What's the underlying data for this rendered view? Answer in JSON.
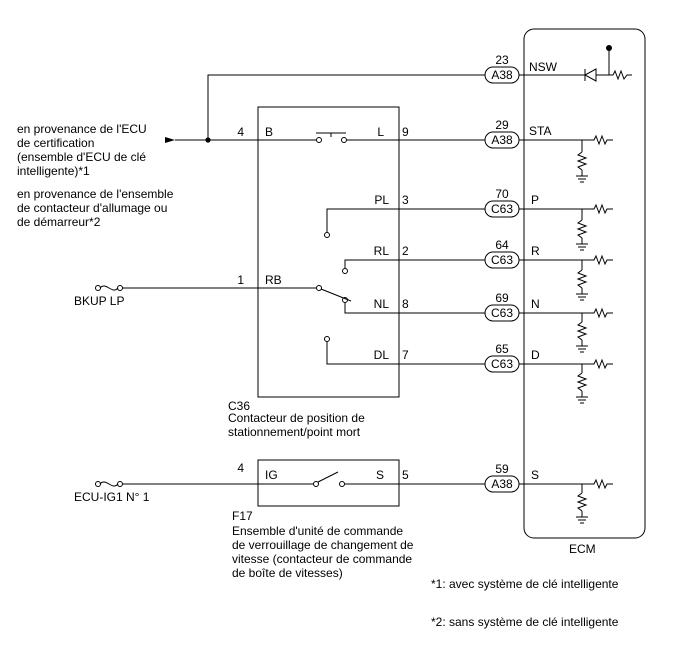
{
  "source_labels": {
    "cert_lines": [
      "en provenance de l'ECU",
      "de certification",
      "(ensemble d'ECU de clé",
      "intelligente)*1"
    ],
    "ignition_lines": [
      "en provenance de l'ensemble",
      "de contacteur d'allumage ou",
      "de démarreur*2"
    ],
    "bkup": "BKUP LP",
    "ecu_ig1": "ECU-IG1 N° 1"
  },
  "ecm": {
    "label": "ECM"
  },
  "c36": {
    "code": "C36",
    "desc_lines": [
      "Contacteur de position de",
      "stationnement/point mort"
    ],
    "pins": [
      {
        "num": "4",
        "name": "B"
      },
      {
        "num": "9",
        "name": "L"
      },
      {
        "num": "3",
        "name": "PL"
      },
      {
        "num": "1",
        "name": "RB"
      },
      {
        "num": "2",
        "name": "RL"
      },
      {
        "num": "8",
        "name": "NL"
      },
      {
        "num": "7",
        "name": "DL"
      }
    ]
  },
  "f17": {
    "code": "F17",
    "desc_lines": [
      "Ensemble d'unité de commande",
      "de verrouillage de changement de",
      "vitesse (contacteur de commande",
      "de boîte de vitesses)"
    ],
    "pins": [
      {
        "num": "4",
        "name": "IG"
      },
      {
        "num": "5",
        "name": "S"
      }
    ]
  },
  "ecm_pins": [
    {
      "pin": "23",
      "conn": "A38",
      "signal": "NSW"
    },
    {
      "pin": "29",
      "conn": "A38",
      "signal": "STA"
    },
    {
      "pin": "70",
      "conn": "C63",
      "signal": "P"
    },
    {
      "pin": "64",
      "conn": "C63",
      "signal": "R"
    },
    {
      "pin": "69",
      "conn": "C63",
      "signal": "N"
    },
    {
      "pin": "65",
      "conn": "C63",
      "signal": "D"
    },
    {
      "pin": "59",
      "conn": "A38",
      "signal": "S"
    }
  ],
  "notes": {
    "note1": "*1: avec système de clé intelligente",
    "note2": "*2: sans système de clé intelligente"
  }
}
